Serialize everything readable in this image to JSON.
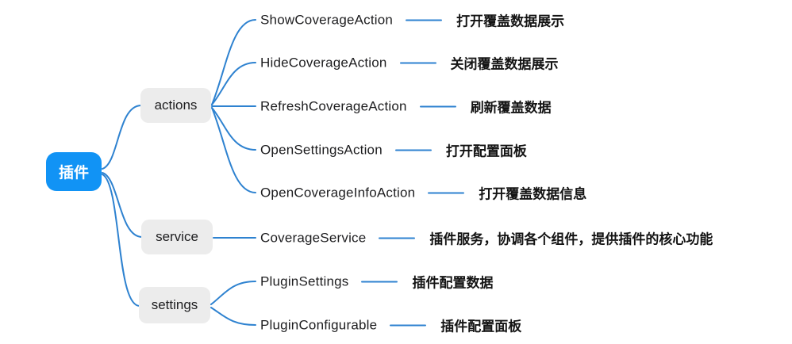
{
  "diagram": {
    "type": "mindmap",
    "root": {
      "label": "插件"
    },
    "branches": [
      {
        "label": "actions",
        "children": [
          {
            "name": "ShowCoverageAction",
            "desc": "打开覆盖数据展示"
          },
          {
            "name": "HideCoverageAction",
            "desc": "关闭覆盖数据展示"
          },
          {
            "name": "RefreshCoverageAction",
            "desc": "刷新覆盖数据"
          },
          {
            "name": "OpenSettingsAction",
            "desc": "打开配置面板"
          },
          {
            "name": "OpenCoverageInfoAction",
            "desc": "打开覆盖数据信息"
          }
        ]
      },
      {
        "label": "service",
        "children": [
          {
            "name": "CoverageService",
            "desc": "插件服务，协调各个组件，提供插件的核心功能"
          }
        ]
      },
      {
        "label": "settings",
        "children": [
          {
            "name": "PluginSettings",
            "desc": "插件配置数据"
          },
          {
            "name": "PluginConfigurable",
            "desc": "插件配置面板"
          }
        ]
      }
    ],
    "colors": {
      "root_fill": "#1193f5",
      "root_text": "#ffffff",
      "branch_fill": "#ececec",
      "line": "#2e82d0",
      "label_text": "#1d1d1f",
      "desc_text": "#141414",
      "background": "#ffffff"
    }
  }
}
